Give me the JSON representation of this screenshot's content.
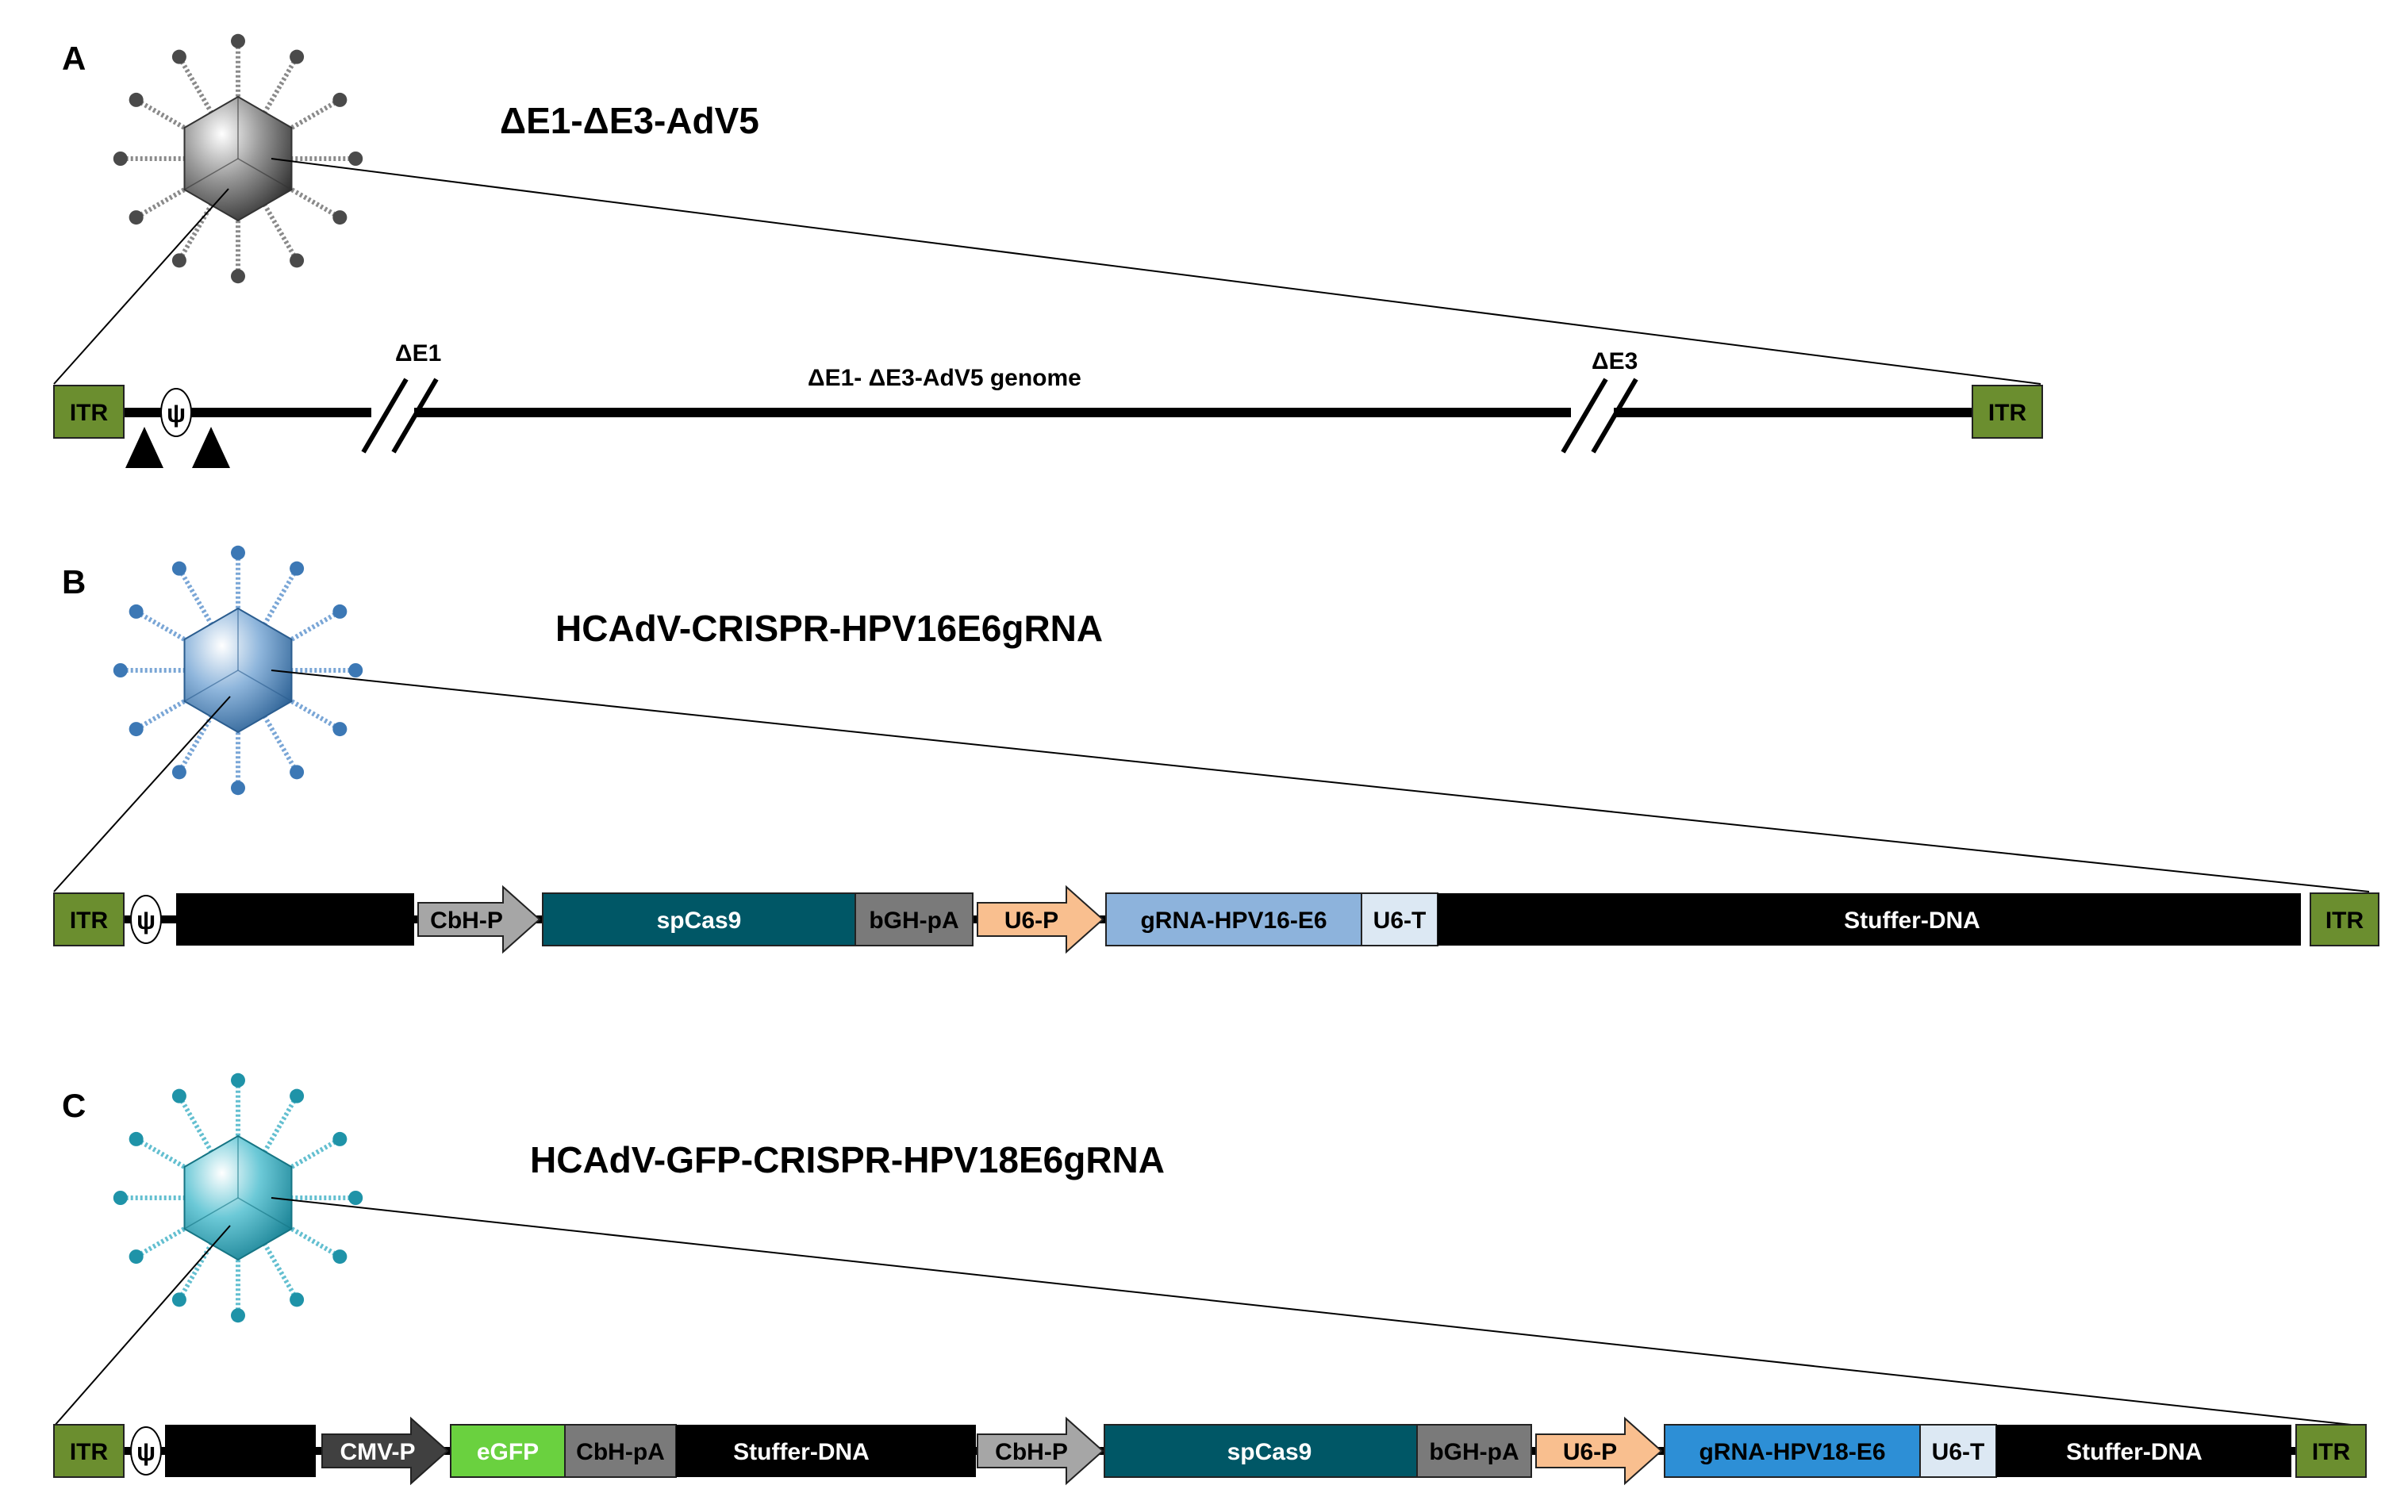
{
  "colors": {
    "itr": "#6b8e2f",
    "backbone": "#000000",
    "cbh_p": "#a6a6a6",
    "cmv_p": "#404040",
    "spcas9": "#005766",
    "bgh_pa": "#7a7a7a",
    "u6_p": "#f9bf8f",
    "grna_hpv16": "#8db3dc",
    "grna_hpv18": "#2d8fd6",
    "u6_t": "#dce8f3",
    "egfp": "#6ad13f",
    "cbh_pa": "#7a7a7a"
  },
  "panels": {
    "a": {
      "letter": "A",
      "title": "ΔE1-ΔE3-AdV5",
      "genome_label": "ΔE1- ΔE3-AdV5 genome",
      "delta_e1": "ΔE1",
      "delta_e3": "ΔE3",
      "itr_left": "ITR",
      "itr_right": "ITR",
      "psi": "ψ",
      "virion_style": "grey"
    },
    "b": {
      "letter": "B",
      "title": "HCAdV-CRISPR-HPV16E6gRNA",
      "itr_left": "ITR",
      "itr_right": "ITR",
      "psi": "ψ",
      "virion_style": "blue",
      "segments": {
        "cbh_p": "CbH-P",
        "spcas9": "spCas9",
        "bgh_pa": "bGH-pA",
        "u6_p": "U6-P",
        "grna": "gRNA-HPV16-E6",
        "u6_t": "U6-T",
        "stuffer": "Stuffer-DNA"
      }
    },
    "c": {
      "letter": "C",
      "title": "HCAdV-GFP-CRISPR-HPV18E6gRNA",
      "itr_left": "ITR",
      "itr_right": "ITR",
      "psi": "ψ",
      "virion_style": "cyan",
      "segments": {
        "cmv_p": "CMV-P",
        "egfp": "eGFP",
        "cbh_pa": "CbH-pA",
        "stuffer1": "Stuffer-DNA",
        "cbh_p": "CbH-P",
        "spcas9": "spCas9",
        "bgh_pa": "bGH-pA",
        "u6_p": "U6-P",
        "grna": "gRNA-HPV18-E6",
        "u6_t": "U6-T",
        "stuffer2": "Stuffer-DNA"
      }
    }
  }
}
